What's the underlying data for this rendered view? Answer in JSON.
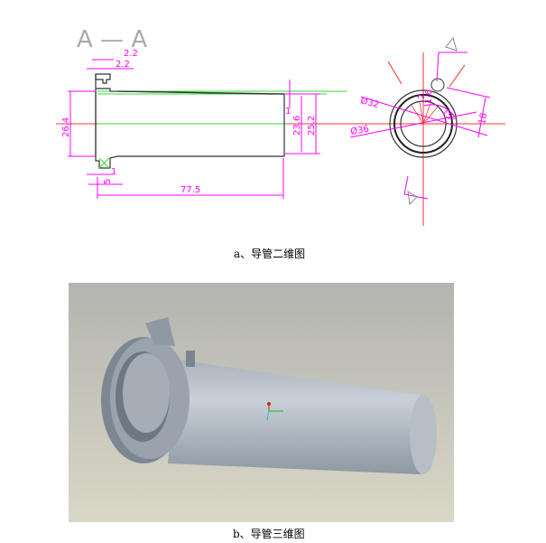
{
  "figure_a": {
    "section_label": "A — A",
    "dimensions": {
      "slot_width_top": "2.2",
      "slot_width_2": "2.2",
      "flange_od": "26.4",
      "flange_thickness": "5",
      "step": "1",
      "length": "77.5",
      "tube_id": "23.6",
      "tube_od": "25.2",
      "chamfer": "1",
      "dia_32": "Ø32",
      "dia_36": "Ø36",
      "angle": "15°",
      "slot_depth_a": "2",
      "slot_depth_b": "1.6",
      "slot_offset": "18"
    },
    "caption": "a、导管二维图"
  },
  "figure_b": {
    "caption": "b、导管三维图"
  },
  "colors": {
    "dimension": "#ff00ff",
    "centerline": "#ff0000",
    "hatch": "#00dd00",
    "outline": "#333333"
  }
}
